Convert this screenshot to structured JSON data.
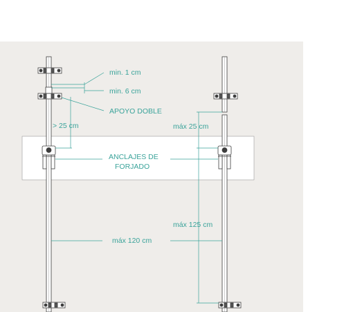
{
  "colors": {
    "background": "#efedea",
    "slab": "#ffffff",
    "post_stroke": "#3d3d3d",
    "dimension": "#3aa39a",
    "label": "#3aa39a"
  },
  "labels": {
    "min_1": "min. 1 cm",
    "min_6": "min. 6 cm",
    "apoyo_doble": "APOYO DOBLE",
    "mas_25": "> 25 cm",
    "max_25": "máx 25 cm",
    "anclajes_line1": "ANCLAJES DE",
    "anclajes_line2": "FORJADO",
    "max_125": "máx 125 cm",
    "max_120": "máx 120 cm"
  }
}
